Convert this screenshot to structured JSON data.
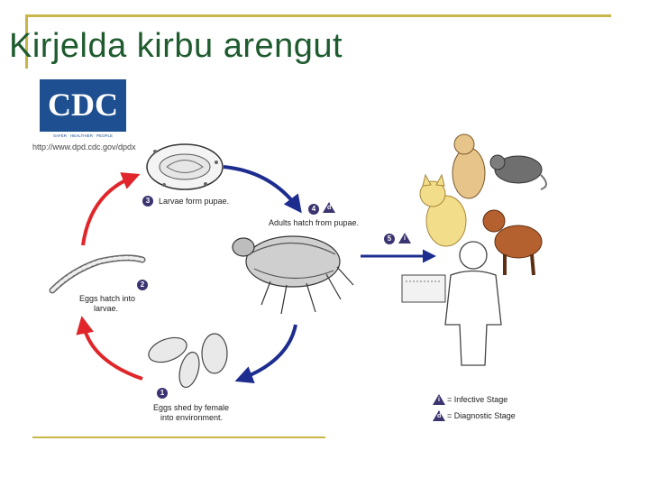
{
  "slide": {
    "title": "Kirjelda kirbu arengut"
  },
  "logo": {
    "text": "CDC",
    "tagline": "SAFER · HEALTHIER · PEOPLE",
    "url": "http://www.dpd.cdc.gov/dpdx"
  },
  "stages": {
    "s1": {
      "number": "1",
      "label_line1": "Eggs shed by female",
      "label_line2": "into environment."
    },
    "s2": {
      "number": "2",
      "label_line1": "Eggs hatch into",
      "label_line2": "larvae."
    },
    "s3": {
      "number": "3",
      "label_line1": "Larvae form pupae."
    },
    "s4": {
      "number": "4",
      "marker": "d",
      "label_line1": "Adults hatch from pupae."
    },
    "s5": {
      "number": "5",
      "marker": "i"
    }
  },
  "legend": {
    "infective": {
      "marker": "i",
      "label": "= Infective Stage"
    },
    "diagnostic": {
      "marker": "d",
      "label": "= Diagnostic Stage"
    }
  },
  "colors": {
    "title": "#1f5b2f",
    "frame": "#c9b64a",
    "red_arrow": "#e0262a",
    "blue_arrow": "#1d2d8f",
    "badge": "#3a3470",
    "cdc_blue": "#1d4f91"
  }
}
